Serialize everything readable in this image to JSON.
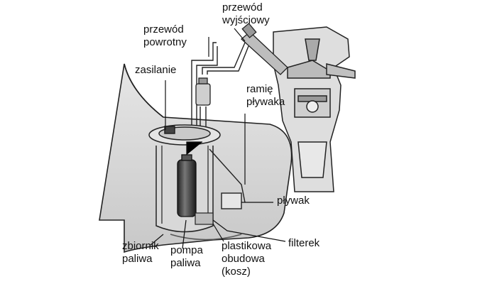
{
  "labels": {
    "return_line": [
      "przewód",
      "powrotny"
    ],
    "output_line": [
      "przewód",
      "wyjściowy"
    ],
    "power_supply": [
      "zasilanie"
    ],
    "float_arm": [
      "ramię",
      "pływaka"
    ],
    "float": [
      "pływak"
    ],
    "filter": [
      "filterek"
    ],
    "fuel_tank": [
      "zbiornik",
      "paliwa"
    ],
    "fuel_pump": [
      "pompa",
      "paliwa"
    ],
    "plastic_housing": [
      "plastikowa",
      "obudowa",
      "(kosz)"
    ]
  },
  "colors": {
    "line": "#1a1a1a",
    "tank_fill": "#d2d2d2",
    "engine_fill": "#dcdcdc",
    "pump_dark": "#3a3a3a",
    "text": "#111111"
  }
}
